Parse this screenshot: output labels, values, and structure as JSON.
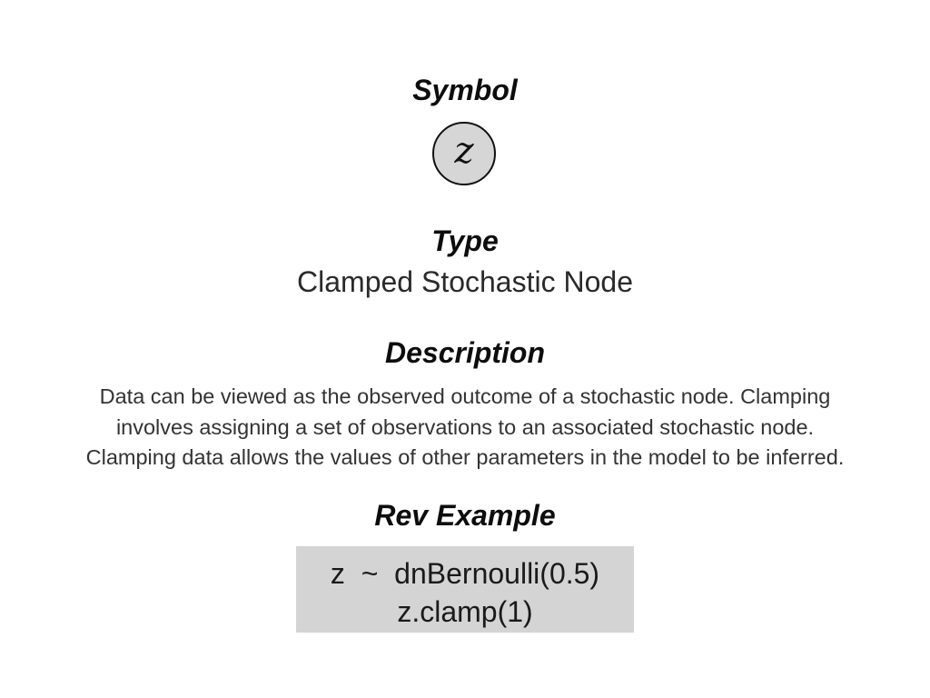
{
  "symbol": {
    "heading": "Symbol",
    "node_letter": "z",
    "node_fill": "#d6d6d6"
  },
  "type": {
    "heading": "Type",
    "value": "Clamped Stochastic Node"
  },
  "description": {
    "heading": "Description",
    "lines": [
      "Data can be viewed as the observed outcome of a stochastic node. Clamping",
      "involves assigning a set of observations to an associated stochastic node.",
      "Clamping data allows the values of other parameters in the model to be inferred."
    ]
  },
  "rev_example": {
    "heading": "Rev Example",
    "code_lines": [
      "z  ~  dnBernoulli(0.5)",
      "z.clamp(1)"
    ],
    "box_color": "#d4d4d4"
  }
}
